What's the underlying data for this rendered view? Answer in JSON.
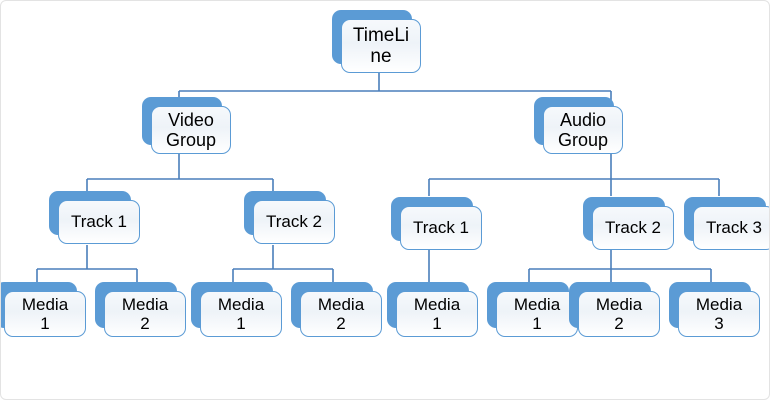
{
  "diagram": {
    "title": "TimeLine hierarchy tree",
    "colors": {
      "node_fill": "#f2f6fa",
      "node_border": "#5b9bd5",
      "node_shadow_card": "#5b9bd5",
      "connector": "#4a7ebb",
      "canvas_background": "#ffffff",
      "canvas_border": "#e3e3e3",
      "text": "#000000"
    },
    "nodes": {
      "root": {
        "label": "TimeLine",
        "line1": "TimeLi",
        "line2": "ne"
      },
      "video_group": {
        "label": "Video Group",
        "line1": "Video",
        "line2": "Group"
      },
      "audio_group": {
        "label": "Audio Group",
        "line1": "Audio",
        "line2": "Group"
      },
      "video_tracks": [
        {
          "label": "Track 1"
        },
        {
          "label": "Track 2"
        }
      ],
      "audio_tracks": [
        {
          "label": "Track 1"
        },
        {
          "label": "Track 2"
        },
        {
          "label": "Track 3"
        }
      ],
      "video_track1_media": [
        {
          "line1": "Media",
          "line2": "1",
          "label": "Media 1"
        },
        {
          "line1": "Media",
          "line2": "2",
          "label": "Media 2"
        }
      ],
      "video_track2_media": [
        {
          "line1": "Media",
          "line2": "1",
          "label": "Media 1"
        },
        {
          "line1": "Media",
          "line2": "2",
          "label": "Media 2"
        }
      ],
      "audio_track1_media": [
        {
          "line1": "Media",
          "line2": "1",
          "label": "Media 1"
        }
      ],
      "audio_track2_media": [
        {
          "line1": "Media",
          "line2": "1",
          "label": "Media 1"
        },
        {
          "line1": "Media",
          "line2": "2",
          "label": "Media 2"
        },
        {
          "line1": "Media",
          "line2": "3",
          "label": "Media 3"
        }
      ]
    }
  }
}
